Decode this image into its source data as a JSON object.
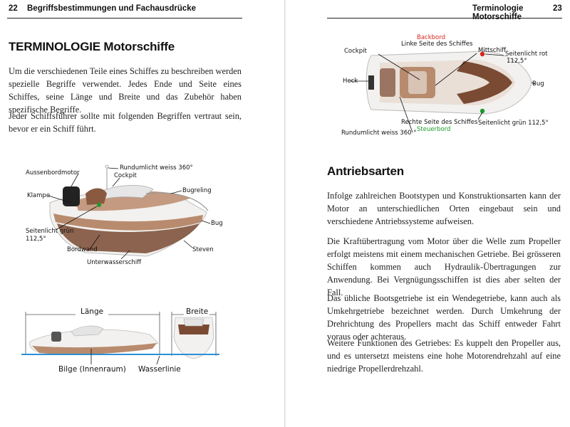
{
  "left_page": {
    "page_number": "22",
    "running_title": "Begriffsbestimmungen und Fachausdrücke",
    "section_title": "TERMINOLOGIE Motorschiffe",
    "paragraph_1": "Um die verschiedenen Teile eines Schiffes zu beschreiben werden spezielle Begriffe verwendet. Jedes Ende und Seite eines Schiffes, seine Länge und Breite und das Zubehör haben spezifische Begriffe.",
    "paragraph_2": "Jeder Schiffsführer sollte mit folgenden Begriffen vertraut sein, bevor er ein Schiff führt.",
    "diagram_side": {
      "rundumlicht": "Rundumlicht weiss 360°",
      "aussenbordmotor": "Aussenbordmotor",
      "cockpit": "Cockpit",
      "bugreling": "Bugreling",
      "klampe": "Klampe",
      "bug": "Bug",
      "seitenlicht_gruen": "Seitenlicht grün",
      "seitenlicht_gruen_winkel": "112,5°",
      "bordwand": "Bordwand",
      "steven": "Steven",
      "unterwasserschiff": "Unterwasserschiff"
    },
    "diagram_dimensions": {
      "laenge": "Länge",
      "breite": "Breite",
      "bilge": "Bilge (Innenraum)",
      "wasserlinie": "Wasserlinie"
    }
  },
  "right_page": {
    "page_number": "23",
    "running_title": "Terminologie Motorschiffe",
    "diagram_top": {
      "backbord": "Backbord",
      "linke_seite": "Linke Seite des Schiffes",
      "cockpit": "Cockpit",
      "mittschiff": "Mittschiff",
      "seitenlicht_rot": "Seitenlicht rot",
      "seitenlicht_rot_winkel": "112,5°",
      "heck": "Heck",
      "bug": "Bug",
      "rechte_seite": "Rechte Seite des Schiffes",
      "seitenlicht_gruen": "Seitenlicht grün 112,5°",
      "steuerbord": "Steuerbord",
      "rundumlicht": "Rundumlicht weiss 360 °"
    },
    "section_title": "Antriebsarten",
    "paragraph_1": "Infolge zahlreichen Bootstypen und Konstruktionsarten kann der Motor an unterschiedlichen Orten eingebaut sein und verschiedene Antriebssysteme aufweisen.",
    "paragraph_2": "Die Kraftübertragung vom Motor über die Welle zum Propeller erfolgt meistens mit einem mechanischen Getriebe. Bei grösseren Schiffen kommen auch Hydraulik-Übertragungen zur Anwendung. Bei Vergnügungsschiffen ist dies aber selten der Fall.",
    "paragraph_3": "Das übliche Bootsgetriebe ist ein Wendegetriebe, kann auch als Umkehrgetriebe bezeichnet werden. Durch Umkehrung der Drehrichtung des Propellers macht das Schiff entweder Fahrt voraus oder achteraus.",
    "paragraph_4": "Weitere Funktionen des Getriebes: Es kuppelt den Propeller aus, und es untersetzt meistens eine hohe Motorendrehzahl auf eine niedrige Propellerdrehzahl."
  },
  "colors": {
    "red_light": "#d9261c",
    "green_light": "#1b9b2c",
    "waterline": "#2b8fd6",
    "hull_tan": "#b88b6e",
    "hull_dark": "#7a4a33"
  }
}
